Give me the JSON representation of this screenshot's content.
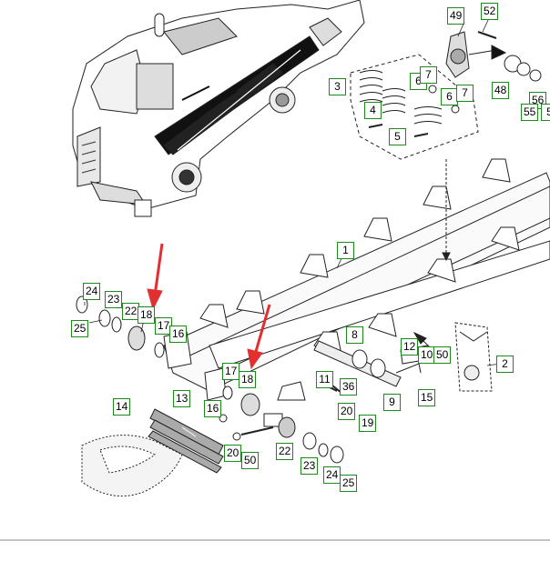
{
  "callouts": {
    "c49": "49",
    "c52": "52",
    "c3": "3",
    "c6": "6",
    "c7a": "7",
    "c7b": "7",
    "c6b": "6",
    "c48": "48",
    "c56": "56",
    "c55": "55",
    "c5r": "5",
    "c4": "4",
    "c5": "5",
    "c1": "1",
    "c24a": "24",
    "c23a": "23",
    "c22a": "22",
    "c18a": "18",
    "c17a": "17",
    "c25a": "25",
    "c16a": "16",
    "c8": "8",
    "c2": "2",
    "c12": "12",
    "c10": "10",
    "c50a": "50",
    "c17b": "17",
    "c18b": "18",
    "c11": "11",
    "c36": "36",
    "c9": "9",
    "c15": "15",
    "c14": "14",
    "c13": "13",
    "c16b": "16",
    "c20a": "20",
    "c19": "19",
    "c20b": "20",
    "c50b": "50",
    "c22b": "22",
    "c23b": "23",
    "c24b": "24",
    "c25b": "25"
  },
  "colors": {
    "callout_border": "#1a8a1a",
    "arrow_red": "#e23030",
    "line": "#222222"
  }
}
